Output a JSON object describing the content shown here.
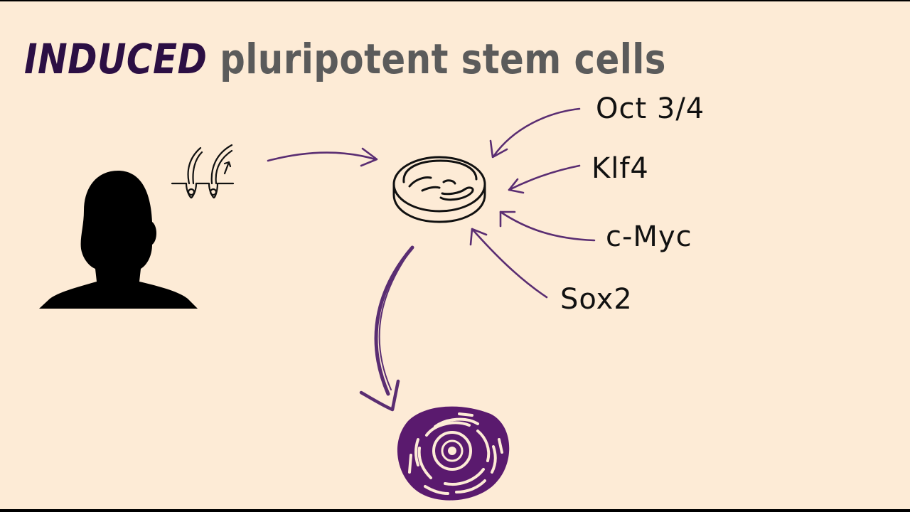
{
  "title": {
    "emphasis": "INDUCED",
    "rest": " pluripotent stem cells"
  },
  "factors": [
    "Oct 3/4",
    "Klf4",
    "c-Myc",
    "Sox2"
  ],
  "colors": {
    "background": "#fdebd6",
    "arrow": "#5a2d72",
    "cell": "#5a1a6e",
    "silhouette": "#000000",
    "title_emphasis": "#2c0f44",
    "title_rest": "#5b5b5b"
  },
  "icons": [
    "person-silhouette-icon",
    "hair-follicle-icon",
    "petri-dish-icon",
    "stem-cell-icon"
  ]
}
